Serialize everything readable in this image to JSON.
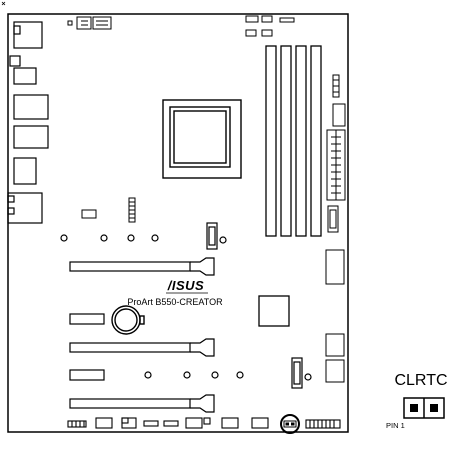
{
  "board": {
    "brand": "/ISUS",
    "model": "ProArt B550-CREATOR"
  },
  "callout": {
    "title": "CLRTC",
    "pin_label": "PIN 1",
    "pin_count": 2
  },
  "colors": {
    "stroke": "#000000",
    "background": "#ffffff",
    "pin_fill": "#000000"
  }
}
